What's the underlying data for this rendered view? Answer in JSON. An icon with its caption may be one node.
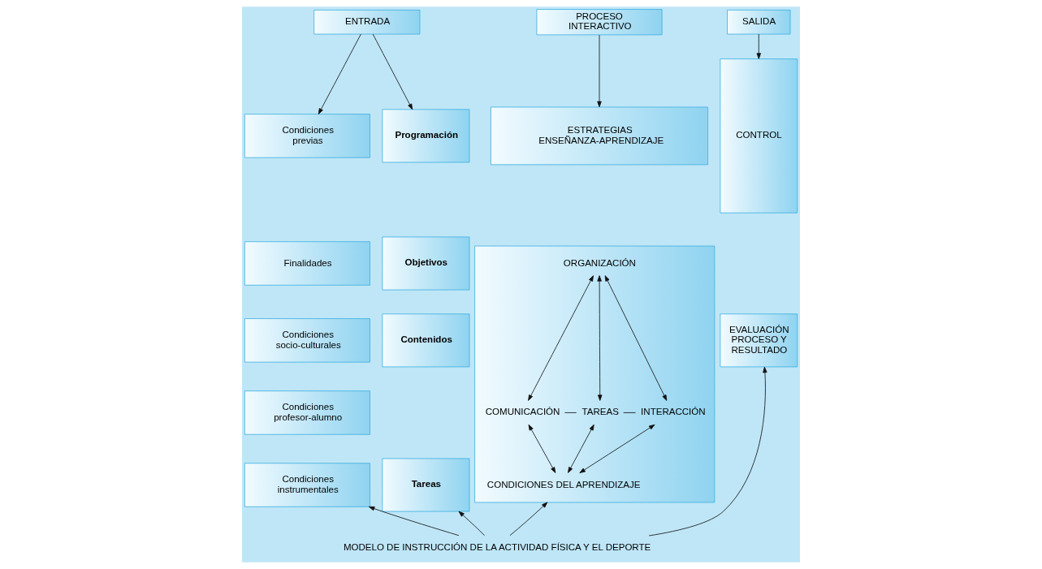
{
  "diagram": {
    "nodes": [
      {
        "text": [
          "ENTRADA"
        ]
      },
      {
        "text": [
          "PROCESO INTERACTIVO"
        ]
      },
      {
        "text": [
          "SALIDA"
        ]
      },
      {
        "text": [
          "Condiciones previas"
        ]
      },
      {
        "text": [
          "Finalidades"
        ]
      },
      {
        "text": [
          "Condiciones socio-culturales"
        ]
      },
      {
        "text": [
          "Condiciones profesor-alumno"
        ]
      },
      {
        "text": [
          "Condiciones instrumentales"
        ]
      },
      {
        "text": [
          "Programación"
        ]
      },
      {
        "text": [
          "Objetivos"
        ]
      },
      {
        "text": [
          "Contenidos"
        ]
      },
      {
        "text": [
          "Tareas"
        ]
      },
      {
        "text": [
          "ESTRATEGIAS ENSEÑANZA-APRENDIZAJE"
        ]
      },
      {
        "text": [],
        "shape": "box"
      },
      {
        "text": [
          "ORGANIZACIÓN"
        ],
        "in": 13
      },
      {
        "text": [
          "COMUNICACIÓN"
        ],
        "in": 13
      },
      {
        "text": [
          "TAREAS"
        ],
        "in": 13
      },
      {
        "text": [
          "INTERACCIÓN"
        ],
        "in": 13
      },
      {
        "text": [
          "CONDICIONES DEL APRENDIZAJE"
        ],
        "in": 13
      },
      {
        "text": [
          "CONTROL"
        ]
      },
      {
        "text": [
          "EVALUACIÓN PROCESO Y RESULTADO"
        ]
      },
      {
        "text": [
          "MODELO DE INSTRUCCIÓN DE LA ACTIVIDAD FÍSICA Y EL DEPORTE"
        ]
      }
    ],
    "edges": [
      {
        "from": 0,
        "to": 3,
        "arrow": "to"
      },
      {
        "from": 0,
        "to": 8,
        "arrow": "to"
      },
      {
        "from": 1,
        "to": 12,
        "arrow": "to"
      },
      {
        "from": 2,
        "to": 19,
        "arrow": "to"
      },
      {
        "from": 14,
        "to": 15,
        "arrow": "both"
      },
      {
        "from": 14,
        "to": 16,
        "arrow": "both"
      },
      {
        "from": 14,
        "to": 17,
        "arrow": "both"
      },
      {
        "from": 15,
        "to": 16,
        "arrow": "none"
      },
      {
        "from": 16,
        "to": 17,
        "arrow": "none"
      },
      {
        "from": 15,
        "to": 18,
        "arrow": "both"
      },
      {
        "from": 16,
        "to": 18,
        "arrow": "both"
      },
      {
        "from": 17,
        "to": 18,
        "arrow": "both"
      },
      {
        "from": 21,
        "to": 7,
        "arrow": "to"
      },
      {
        "from": 21,
        "to": 11,
        "arrow": "to"
      },
      {
        "from": 21,
        "to": 13,
        "arrow": "to"
      },
      {
        "from": 21,
        "to": 20,
        "arrow": "to"
      }
    ]
  }
}
